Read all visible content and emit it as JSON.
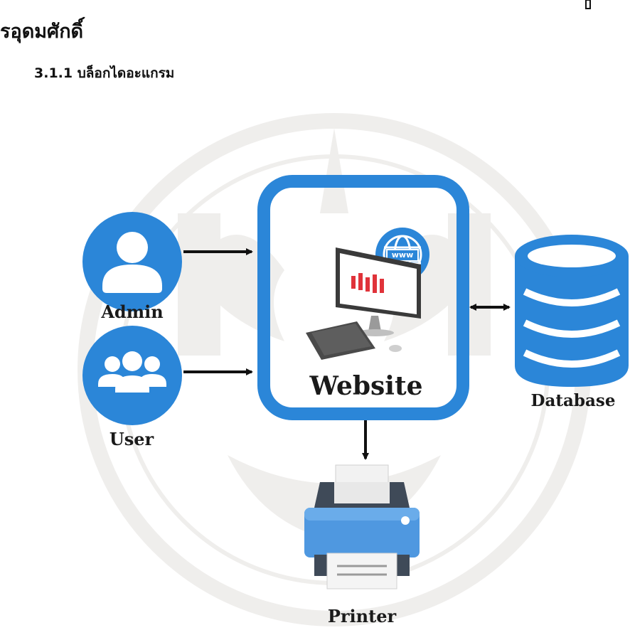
{
  "header": {
    "title": "รอุดมศักดิ์",
    "section": "3.1.1 บล็อกไดอะแกรม"
  },
  "diagram": {
    "nodes": {
      "admin": {
        "label": "Admin",
        "icon": "admin-person-icon"
      },
      "user": {
        "label": "User",
        "icon": "user-group-icon"
      },
      "website": {
        "label": "Website",
        "icon": "computer-monitor-icon",
        "badge_text": "www"
      },
      "database": {
        "label": "Database",
        "icon": "database-cylinder-icon"
      },
      "printer": {
        "label": "Printer",
        "icon": "printer-icon"
      }
    },
    "edges": [
      {
        "from": "admin",
        "to": "website",
        "direction": "one-way"
      },
      {
        "from": "user",
        "to": "website",
        "direction": "one-way"
      },
      {
        "from": "website",
        "to": "database",
        "direction": "two-way"
      },
      {
        "from": "website",
        "to": "printer",
        "direction": "one-way"
      }
    ],
    "colors": {
      "accent_blue": "#2b86d8",
      "dark_blue": "#1f6fb8",
      "chart_red": "#e0333a",
      "arrow": "#111111"
    }
  }
}
